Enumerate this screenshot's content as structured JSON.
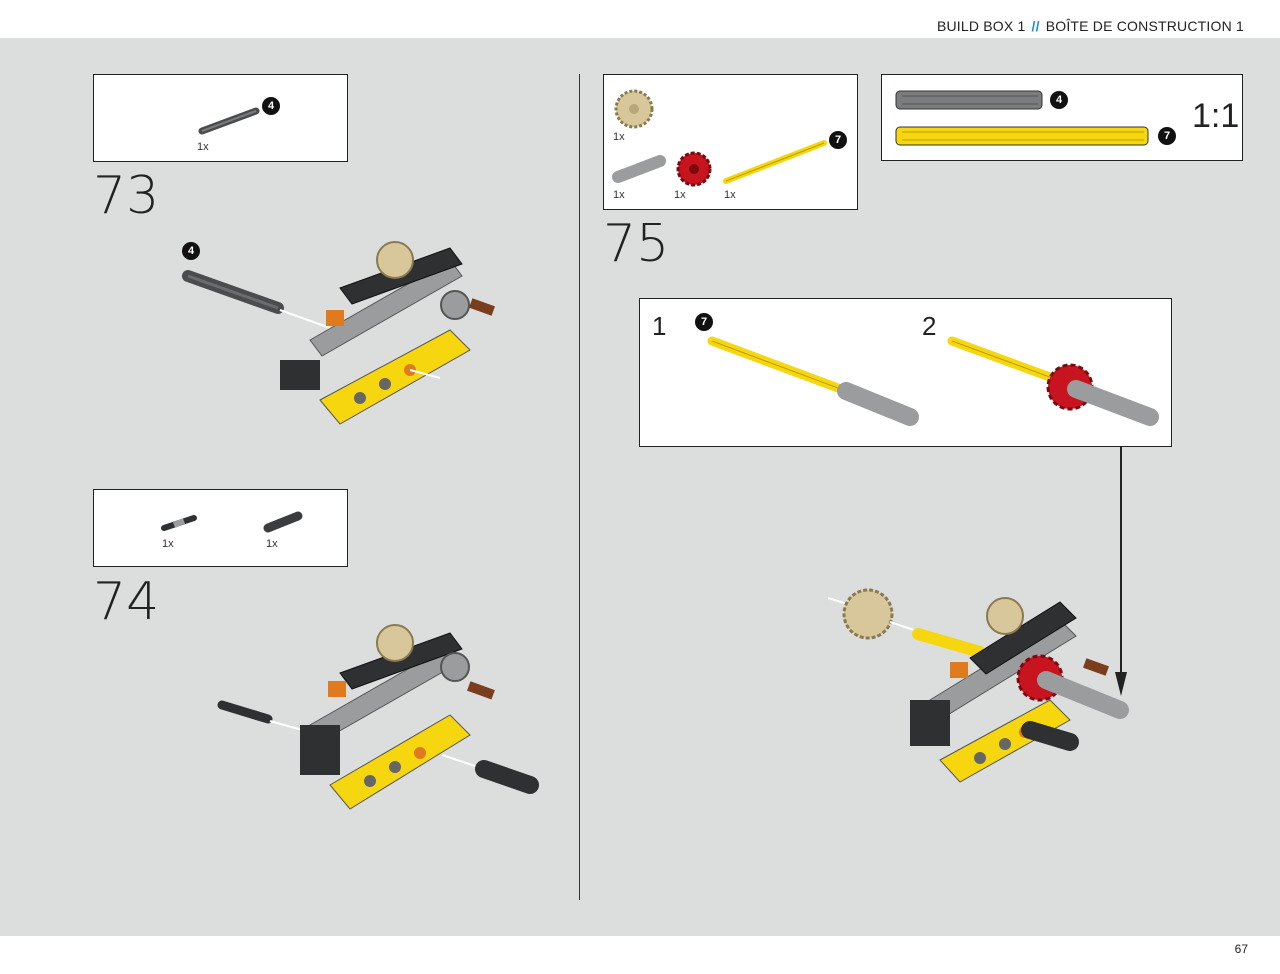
{
  "header": {
    "left": "BUILD BOX 1",
    "separator": "//",
    "right": "BOÎTE DE CONSTRUCTION 1"
  },
  "page_number": "67",
  "steps": [
    {
      "number": "73",
      "parts": [
        {
          "qty": "1x",
          "callout": "4",
          "icon": "axle-4-icon"
        }
      ]
    },
    {
      "number": "74",
      "parts": [
        {
          "qty": "1x",
          "icon": "axle-connector-icon"
        },
        {
          "qty": "1x",
          "icon": "axle-pin-icon"
        }
      ]
    },
    {
      "number": "75",
      "parts": [
        {
          "qty": "1x",
          "icon": "gear-tan-icon"
        },
        {
          "qty": "1x",
          "icon": "axle-joiner-icon"
        },
        {
          "qty": "1x",
          "icon": "gear-red-icon"
        },
        {
          "qty": "1x",
          "callout": "7",
          "icon": "axle-7-yellow-icon"
        }
      ]
    }
  ],
  "scale": {
    "label": "1:1",
    "axle_a_callout": "4",
    "axle_b_callout": "7"
  },
  "substeps": [
    {
      "number": "1",
      "callout": "7"
    },
    {
      "number": "2"
    }
  ],
  "colors": {
    "panel": "#dcdddd",
    "accent_blue": "#1f8fd6",
    "technic_yellow": "#f5d60f",
    "technic_red": "#c8141e",
    "technic_gray": "#9a9c9e",
    "technic_dark": "#4a4c4e",
    "gear_tan": "#d8c79a"
  }
}
